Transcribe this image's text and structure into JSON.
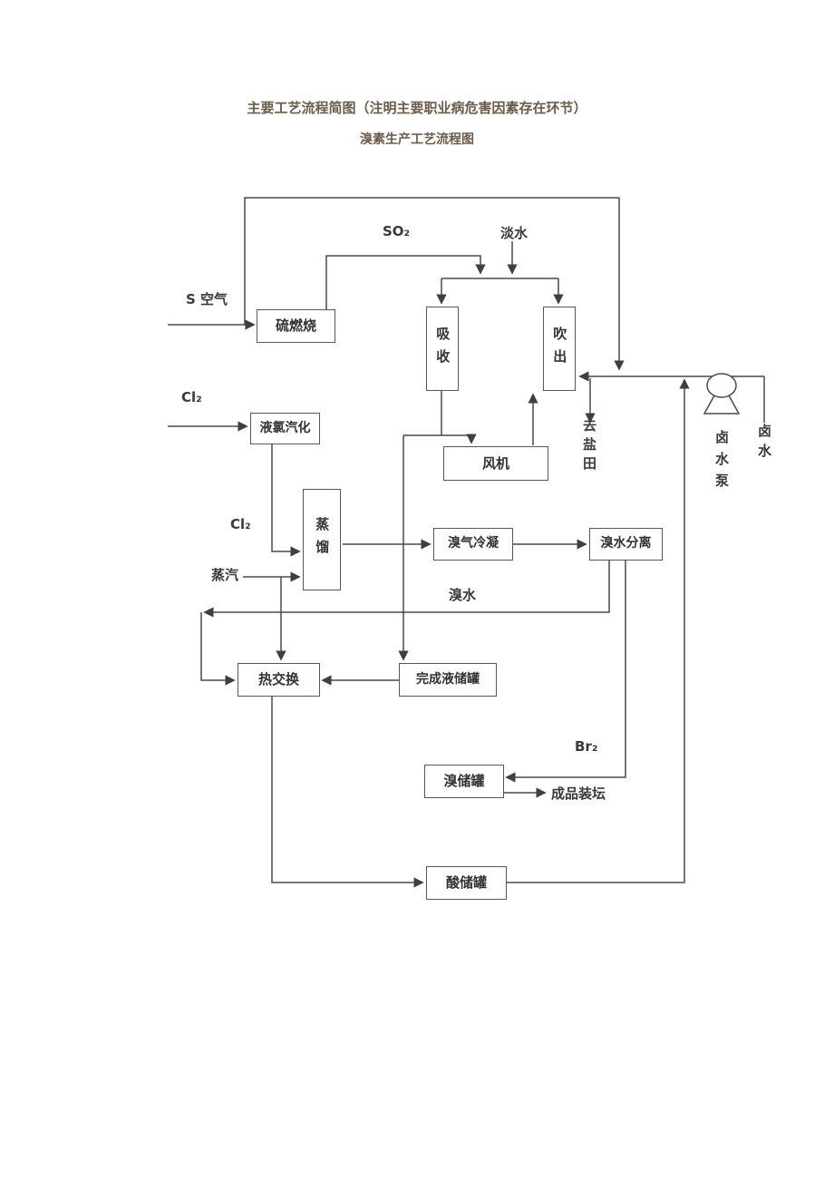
{
  "page": {
    "title_line1": "主要工艺流程简图（注明主要职业病危害因素存在环节）",
    "title_line2": "溴素生产工艺流程图"
  },
  "nodes": [
    {
      "id": "sulfur-burning",
      "label": "硫燃烧"
    },
    {
      "id": "liquid-chlorine-vaporization",
      "label": "液氯汽化"
    },
    {
      "id": "absorption",
      "label": "吸收"
    },
    {
      "id": "blow-out",
      "label": "吹出"
    },
    {
      "id": "fan",
      "label": "风机"
    },
    {
      "id": "distillation",
      "label": "蒸馏"
    },
    {
      "id": "bromine-gas-condensation",
      "label": "溴气冷凝"
    },
    {
      "id": "bromine-water-separation",
      "label": "溴水分离"
    },
    {
      "id": "heat-exchange",
      "label": "热交换"
    },
    {
      "id": "finished-liquid-tank",
      "label": "完成液储罐"
    },
    {
      "id": "bromine-tank",
      "label": "溴储罐"
    },
    {
      "id": "acid-tank",
      "label": "酸储罐"
    }
  ],
  "labels": [
    {
      "id": "so2",
      "text": "SO₂"
    },
    {
      "id": "fresh-water",
      "text": "淡水"
    },
    {
      "id": "s-air",
      "text": "S 空气"
    },
    {
      "id": "cl2-top",
      "text": "Cl₂"
    },
    {
      "id": "to-salt-field",
      "text": "去盐田"
    },
    {
      "id": "brine-pump",
      "text": "卤水泵"
    },
    {
      "id": "brine",
      "text": "卤水"
    },
    {
      "id": "cl2-mid",
      "text": "Cl₂"
    },
    {
      "id": "steam",
      "text": "蒸汽"
    },
    {
      "id": "bromine-water",
      "text": "溴水"
    },
    {
      "id": "br2",
      "text": "Br₂"
    },
    {
      "id": "product-packing",
      "text": "成品装坛"
    }
  ],
  "colors": {
    "line": "#4a4a4a",
    "box_border": "#575757",
    "title": "#6b5c49",
    "text": "#3a3a3a",
    "background": "#ffffff"
  }
}
